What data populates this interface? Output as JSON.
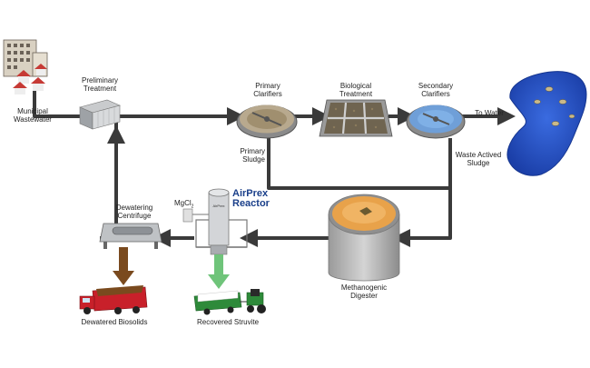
{
  "labels": {
    "municipal": "Municipal\nWastewater",
    "preliminary": "Preliminary\nTreatment",
    "primary_clarifiers": "Primary\nClarifiers",
    "biological": "Biological\nTreatment",
    "secondary_clarifiers": "Secondary\nClarifiers",
    "to_water": "To Water",
    "primary_sludge": "Primary\nSludge",
    "waste_activated": "Waste Actived\nSludge",
    "dewatering": "Dewatering\nCentrifuge",
    "mgcl2": "MgCl",
    "mgcl2_sub": "2",
    "reactor": "AirPrex\nReactor",
    "reactor_tank_text": "AirPrex",
    "digester": "Methanogenic\nDigester",
    "biosolids": "Dewatered Biosolids",
    "struvite": "Recovered Struvite"
  },
  "colors": {
    "pipe": "#3a3a3a",
    "water": "#2350c8",
    "sludge_orange": "#e8a24a",
    "struvite_arrow": "#6fc47a",
    "biosolids_arrow": "#7a4a1e",
    "reactor_title": "#1a3f8a",
    "truck_red": "#c8202a",
    "tractor_green": "#2e8a3a"
  }
}
